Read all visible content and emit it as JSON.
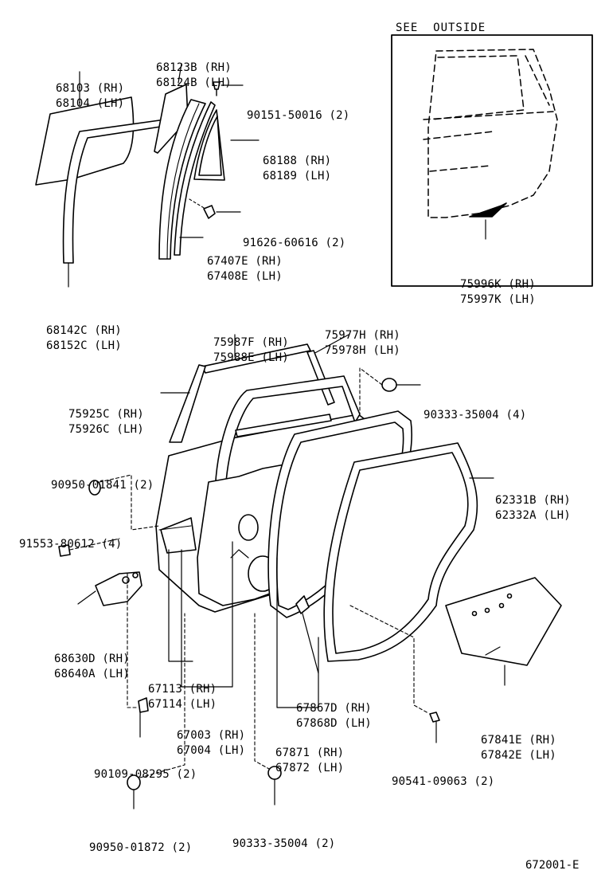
{
  "inset": {
    "title": "SEE  OUTSIDE"
  },
  "footer_code": "672001-E",
  "labels": {
    "glass": [
      "68103 (RH)",
      "68104 (LH)"
    ],
    "division_bar": [
      "68123B (RH)",
      "68124B (LH)"
    ],
    "screw": [
      "90151-50016 (2)"
    ],
    "quarter_glass": [
      "68188 (RH)",
      "68189 (LH)"
    ],
    "clip_bolt": [
      "91626-60616 (2)"
    ],
    "run_channel": [
      "67407E (RH)",
      "67408E (LH)"
    ],
    "glass_run": [
      "68142C (RH)",
      "68152C (LH)"
    ],
    "belt_moulding_inner": [
      "75987F (RH)",
      "75988E (LH)"
    ],
    "belt_moulding_outer": [
      "75977H (RH)",
      "75978H (LH)"
    ],
    "plug_upper": [
      "90333-35004 (4)"
    ],
    "frame_moulding": [
      "75925C (RH)",
      "75926C (LH)"
    ],
    "hole_plug_a": [
      "90950-01841 (2)"
    ],
    "bolt_a": [
      "91553-80612 (4)"
    ],
    "weatherstrip": [
      "62331B (RH)",
      "62332A (LH)"
    ],
    "check_assy": [
      "68630D (RH)",
      "68640A (LH)"
    ],
    "panel_sub": [
      "67113 (RH)",
      "67114 (LH)"
    ],
    "door_panel": [
      "67003 (RH)",
      "67004 (LH)"
    ],
    "hole_cover": [
      "67841E (RH)",
      "67842E (LH)"
    ],
    "trim_clip": [
      "67867D (RH)",
      "67868D (LH)"
    ],
    "weatherstrip_inner": [
      "67871 (RH)",
      "67872 (LH)"
    ],
    "bolt_b": [
      "90109-08295 (2)"
    ],
    "clip_c": [
      "90541-09063 (2)"
    ],
    "plug_lower": [
      "90950-01872 (2)"
    ],
    "plug_bottom": [
      "90333-35004 (2)"
    ],
    "inset_part": [
      "75996K (RH)",
      "75997K (LH)"
    ]
  }
}
